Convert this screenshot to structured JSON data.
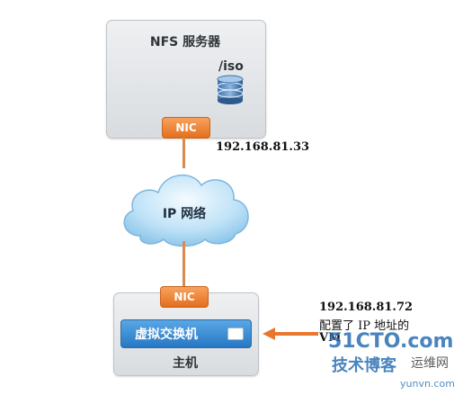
{
  "server": {
    "title": "NFS 服务器",
    "iso_label": "/iso"
  },
  "nic_label": "NIC",
  "ip_top": "192.168.81.33",
  "cloud_label": "IP 网络",
  "host": {
    "switch_label": "虚拟交换机",
    "label": "主机"
  },
  "note": {
    "ip": "192.168.81.72",
    "line1": "配置了 IP 地址的",
    "line2": "VM"
  },
  "watermark": {
    "line1": "51CTO.com",
    "line2": "技术博客",
    "line3": "运维网",
    "line4": "yunvn.com"
  },
  "colors": {
    "nic": "#e46f1d",
    "switch": "#2678c4",
    "line": "#d98a4e",
    "arrow": "#e8772e"
  },
  "icons": {
    "storage": "database-icon",
    "port": "port-icon",
    "arrow": "arrow-left-icon"
  }
}
